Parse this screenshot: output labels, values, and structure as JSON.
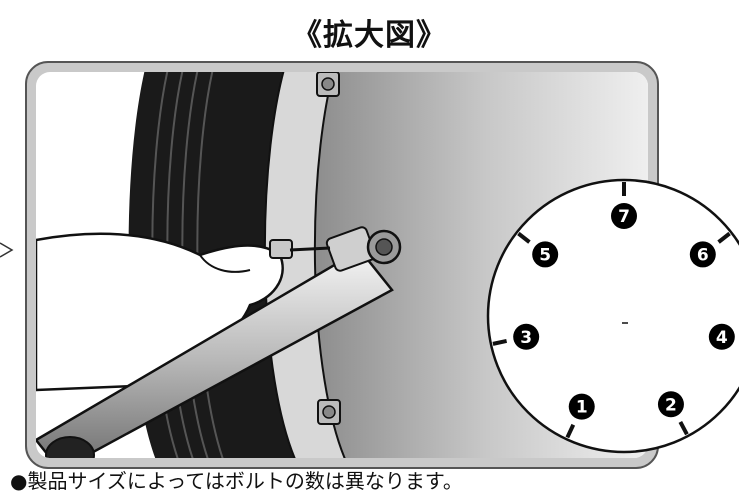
{
  "title": "《拡大図》",
  "note": "●製品サイズによってはボルトの数は異なります。",
  "bolt_numbers": [
    "7",
    "6",
    "4",
    "2",
    "1",
    "3",
    "5"
  ],
  "colors": {
    "frame": "#c9c9c9",
    "outline": "#111111",
    "disk": "#ffffff",
    "badge": "#000000"
  }
}
